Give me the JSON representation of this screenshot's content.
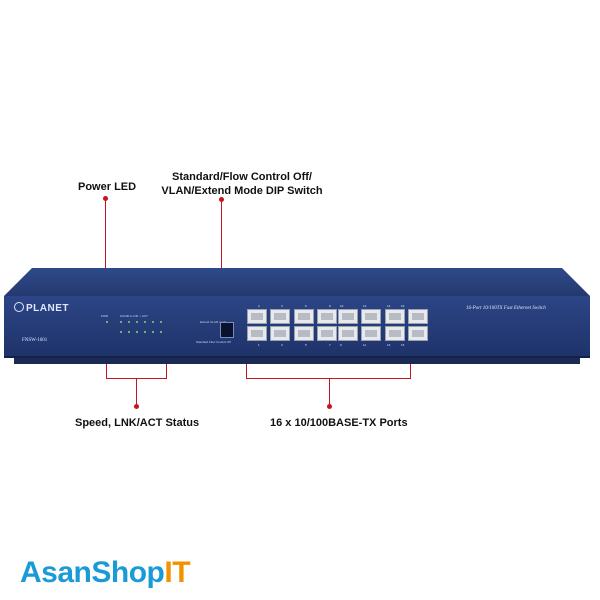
{
  "callouts": {
    "power_led": "Power LED",
    "dip_line1": "Standard/Flow Control Off/",
    "dip_line2": "VLAN/Extend Mode DIP Switch",
    "status": "Speed, LNK/ACT Status",
    "ports": "16 x 10/100BASE-TX Ports"
  },
  "device": {
    "brand": "PLANET",
    "model": "FNSW-1601",
    "description": "16-Port 10/100TX Fast Ethernet Switch",
    "power_label": "PWR",
    "status_label": "10/100 ● LNK ○ ACT",
    "dip_label_top": "Extend VLAN mode",
    "dip_label_bottom": "Standard Flow Control Off",
    "top_port_numbers": [
      "2",
      "4",
      "6",
      "8",
      "10",
      "12",
      "14",
      "16"
    ],
    "bottom_port_numbers": [
      "1",
      "3",
      "5",
      "7",
      "9",
      "11",
      "13",
      "15"
    ]
  },
  "watermark": {
    "part1": "AsanShop",
    "part2": "IT",
    "colors": {
      "part1": "#1a9ad6",
      "part2": "#f39200"
    }
  },
  "colors": {
    "accent": "#c4161c",
    "chassis": "#24396f"
  }
}
